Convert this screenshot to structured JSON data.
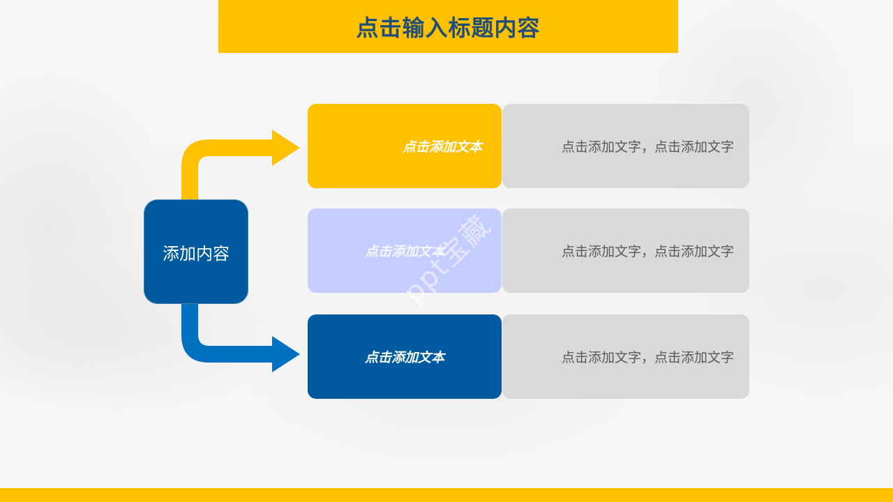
{
  "title": "点击输入标题内容",
  "center": {
    "label": "添加内容"
  },
  "branches": [
    {
      "label": "点击添加文本",
      "description": "点击添加文字，点击添加文字"
    },
    {
      "label": "点击添加文本",
      "description": "点击添加文字，点击添加文字"
    },
    {
      "label": "点击添加文本",
      "description": "点击添加文字，点击添加文字"
    }
  ],
  "watermark": "ppt宝藏",
  "colors": {
    "accent_yellow": "#FFC000",
    "accent_blue": "#005AA0",
    "arrow_blue": "#0070C0",
    "light_periwinkle": "#C5CCFF",
    "desc_gray": "#D9D9D9",
    "title_text": "#1F4E79"
  }
}
